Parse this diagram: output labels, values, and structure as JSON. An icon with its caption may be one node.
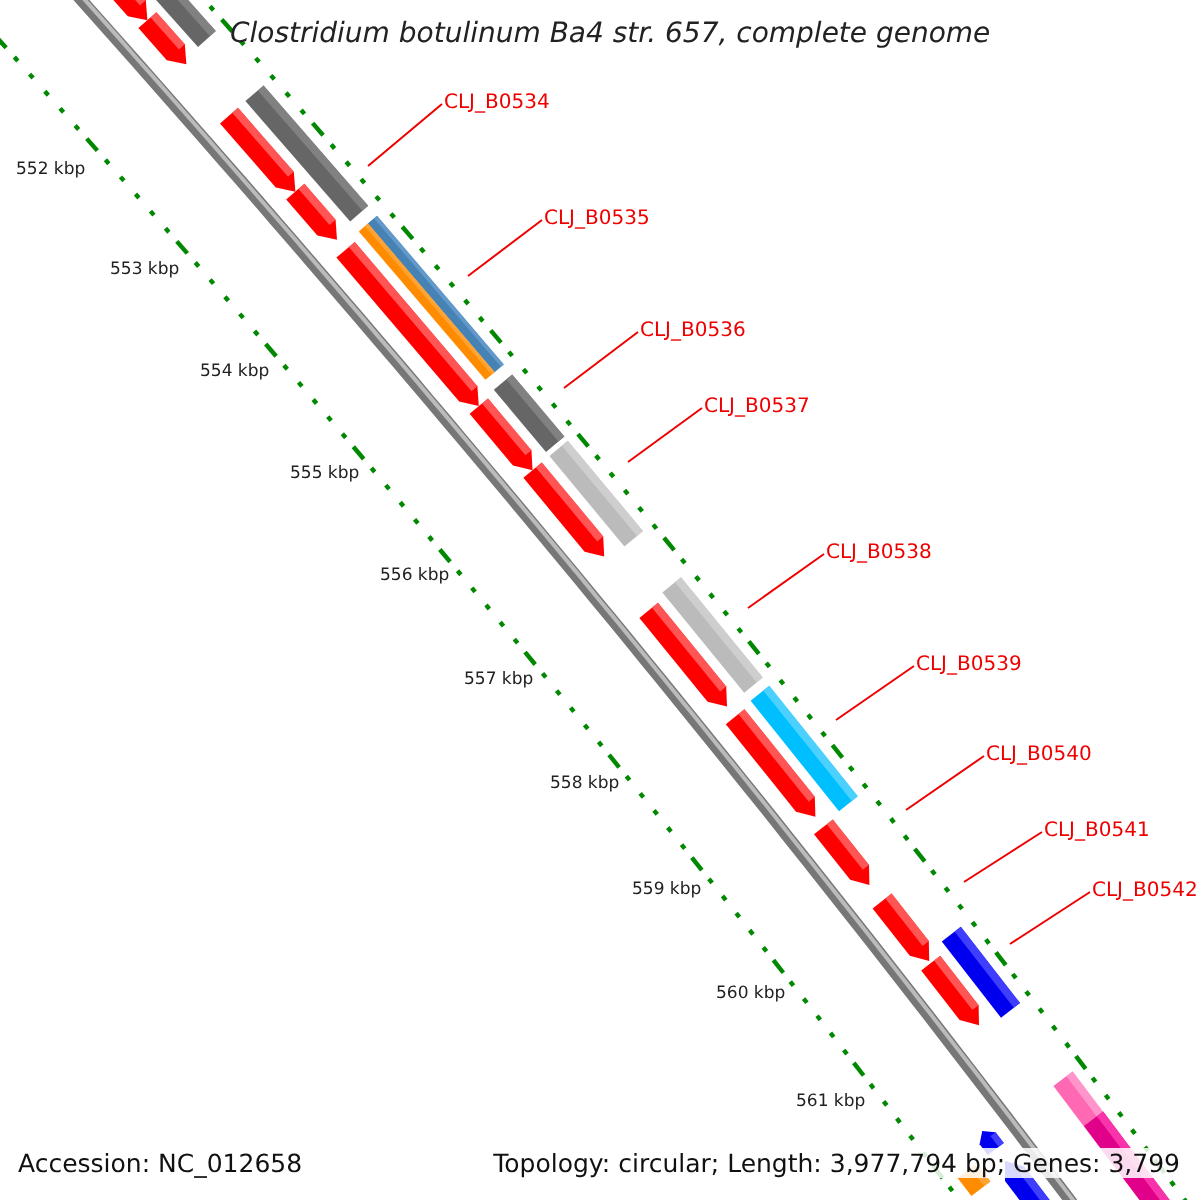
{
  "diagram": {
    "title": "Clostridium botulinum Ba4 str. 657, complete genome",
    "nodes": [
      {
        "text": [
          "CLJ_B0534"
        ]
      },
      {
        "text": [
          "CLJ_B0535"
        ]
      },
      {
        "text": [
          "CLJ_B0536"
        ]
      },
      {
        "text": [
          "CLJ_B0537"
        ]
      },
      {
        "text": [
          "CLJ_B0538"
        ]
      },
      {
        "text": [
          "CLJ_B0539"
        ]
      },
      {
        "text": [
          "CLJ_B0540"
        ]
      },
      {
        "text": [
          "CLJ_B0541"
        ]
      },
      {
        "text": [
          "CLJ_B0542"
        ]
      }
    ],
    "edges": [
      {
        "from": 0,
        "to": null,
        "arrow": "none"
      },
      {
        "from": 1,
        "to": null,
        "arrow": "none"
      },
      {
        "from": 2,
        "to": null,
        "arrow": "none"
      },
      {
        "from": 3,
        "to": null,
        "arrow": "none"
      },
      {
        "from": 4,
        "to": null,
        "arrow": "none"
      },
      {
        "from": 5,
        "to": null,
        "arrow": "none"
      },
      {
        "from": 6,
        "to": null,
        "arrow": "none"
      },
      {
        "from": 7,
        "to": null,
        "arrow": "none"
      },
      {
        "from": 8,
        "to": null,
        "arrow": "none"
      }
    ],
    "labels": [
      "552 kbp",
      "553 kbp",
      "554 kbp",
      "555 kbp",
      "556 kbp",
      "557 kbp",
      "558 kbp",
      "559 kbp",
      "560 kbp",
      "561 kbp",
      "Accession: NC_012658",
      "Topology: circular; Length: 3,977,794 bp; Genes: 3,799"
    ]
  }
}
